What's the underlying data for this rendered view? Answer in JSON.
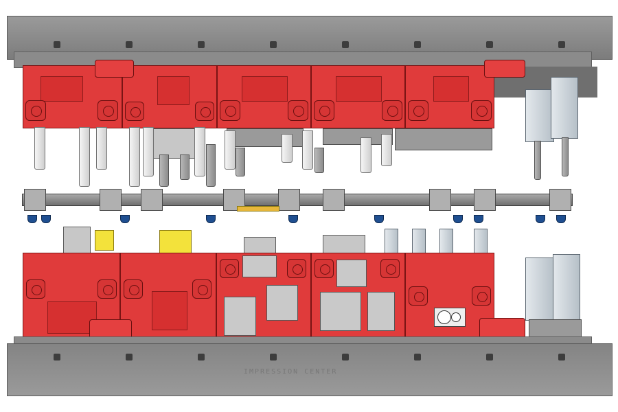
{
  "scene": {
    "description_labels": {
      "upper_die": "upper-die-assembly",
      "lower_die": "lower-die-assembly",
      "transfer": "transfer-rail"
    }
  },
  "colors": {
    "die_red": "#e03b3b",
    "plate_gray": "#8b8b8b",
    "pin_white": "#f0f0f0",
    "cup_blue": "#1f4f91",
    "sensor_yellow": "#f3e23b"
  },
  "icons": {
    "gauge": "pressure-gauge-icon"
  },
  "floor_marking": "IMPRESSION CENTER"
}
